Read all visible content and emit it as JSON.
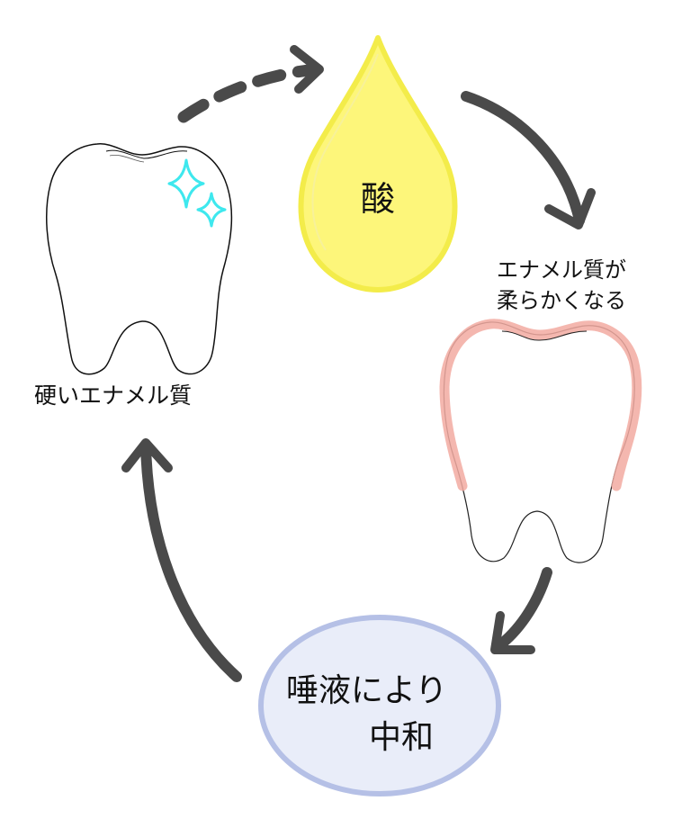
{
  "labels": {
    "hard_enamel": "硬いエナメル質",
    "acid": "酸",
    "softened_enamel_line1": "エナメル質が",
    "softened_enamel_line2": "柔らかくなる",
    "neutralized_line1": "唾液により",
    "neutralized_line2": "中和"
  },
  "icons": {
    "sparkle": "sparkle-icon",
    "acid_drop": "drop-icon",
    "tooth": "tooth-icon"
  },
  "colors": {
    "arrow": "#4a4a4a",
    "sparkle": "#3ee8ee",
    "acid_fill": "#fdf67a",
    "acid_edge": "#f1ea45",
    "softened_outline": "#f2aaa1",
    "saliva_fill": "#e9edf9",
    "saliva_edge": "#b5c0e6",
    "tooth_line": "#111111"
  }
}
